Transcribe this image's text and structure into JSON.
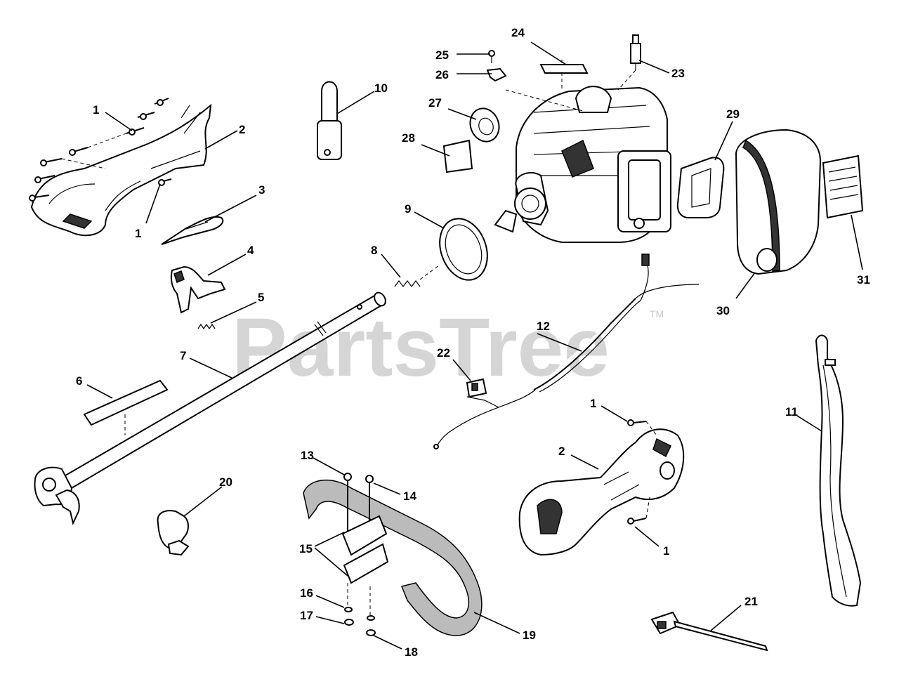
{
  "watermark": {
    "text": "PartsTree",
    "tm": "TM"
  },
  "callouts": [
    "1",
    "1",
    "1",
    "1",
    "2",
    "2",
    "3",
    "4",
    "5",
    "6",
    "7",
    "8",
    "9",
    "10",
    "11",
    "12",
    "13",
    "14",
    "15",
    "16",
    "17",
    "18",
    "19",
    "20",
    "21",
    "22",
    "23",
    "24",
    "25",
    "26",
    "27",
    "28",
    "29",
    "30",
    "31"
  ]
}
